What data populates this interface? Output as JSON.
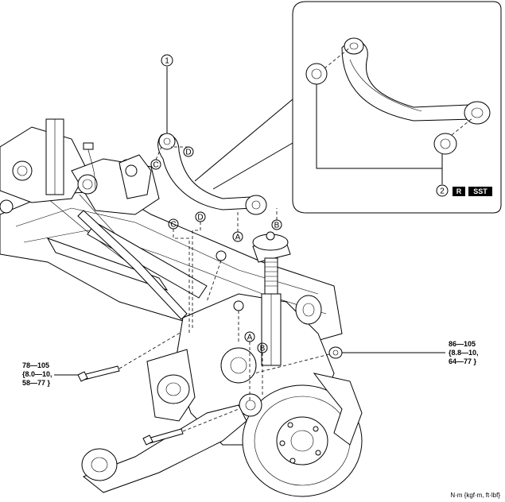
{
  "callouts": {
    "part_1": "1",
    "part_2": "2"
  },
  "letters": {
    "A": "A",
    "B": "B",
    "C": "C",
    "D": "D"
  },
  "tags": {
    "replace": "R",
    "special_tool": "SST"
  },
  "torque_left": {
    "line1": "78—105",
    "line2": "{8.0—10,",
    "line3": "58—77 }"
  },
  "torque_right": {
    "line1": "86—105",
    "line2": "{8.8—10,",
    "line3": "64—77 }"
  },
  "units": "N·m {kgf·m, ft·lbf}"
}
